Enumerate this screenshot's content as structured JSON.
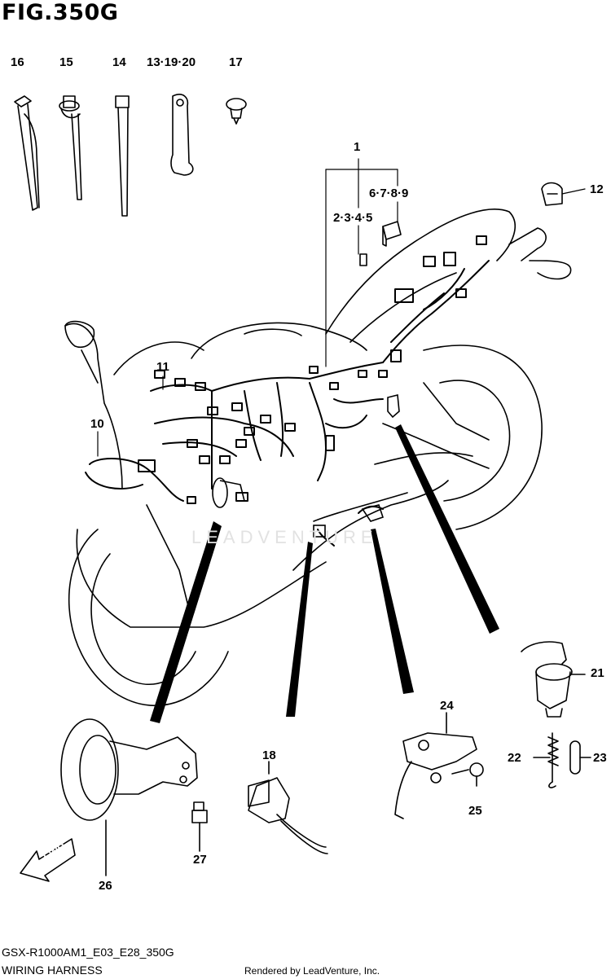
{
  "figure": {
    "title": "FIG.350G",
    "model_code": "GSX-R1000AM1_E03_E28_350G",
    "name": "WIRING HARNESS",
    "credit": "Rendered by LeadVenture, Inc."
  },
  "watermark": "LEADVENTURE",
  "fwd_label": "FWD",
  "callouts": {
    "p16": "16",
    "p15": "15",
    "p14": "14",
    "p13": "13·19·20",
    "p17": "17",
    "p1": "1",
    "p6": "6·7·8·9",
    "p2": "2·3·4·5",
    "p12": "12",
    "p11": "11",
    "p10": "10",
    "p21": "21",
    "p22": "22",
    "p23": "23",
    "p24": "24",
    "p25": "25",
    "p18": "18",
    "p26": "26",
    "p27": "27"
  },
  "icons": {
    "stroke_color": "#000000",
    "background": "#ffffff"
  }
}
